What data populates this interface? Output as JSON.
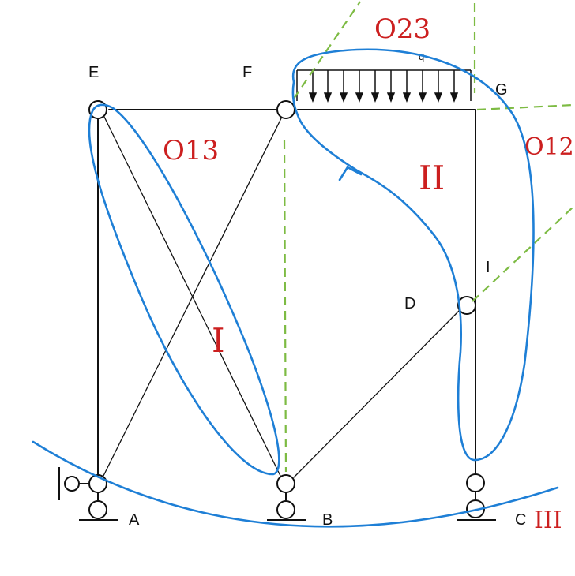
{
  "colors": {
    "structure": "#111111",
    "blue_annotation": "#1e7fd6",
    "green_guide": "#7dbb43",
    "red_annotation": "#cc1f1f",
    "background": "#ffffff"
  },
  "nodes": {
    "A": "A",
    "B": "B",
    "C": "C",
    "D": "D",
    "E": "E",
    "F": "F",
    "G": "G",
    "I": "I"
  },
  "load": {
    "label": "q"
  },
  "annotations": {
    "rigid_body_1": "I",
    "rigid_body_2": "II",
    "rigid_body_3": "III",
    "instant_center_12": "O12",
    "instant_center_13": "O13",
    "instant_center_23": "O23"
  }
}
